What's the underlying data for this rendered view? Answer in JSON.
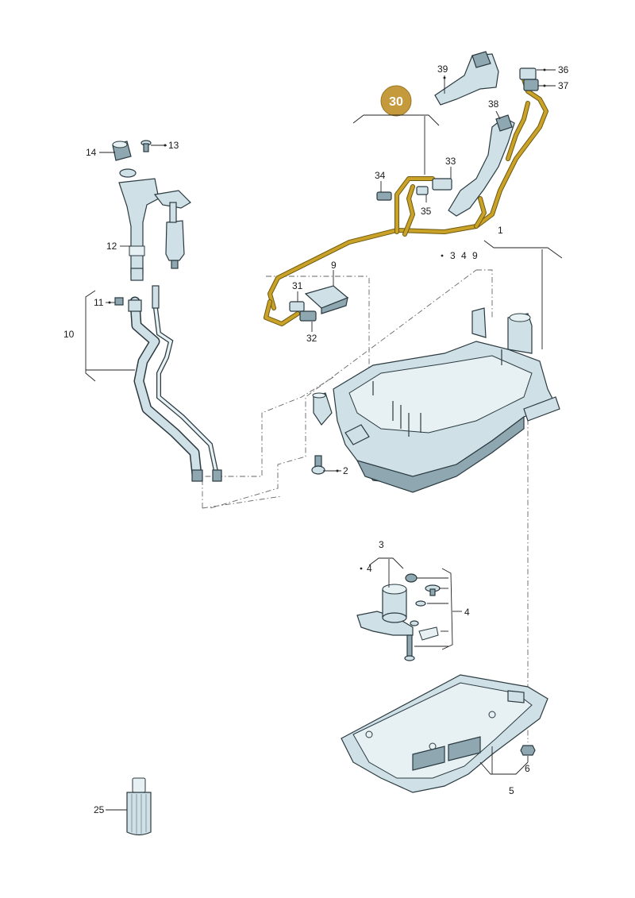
{
  "highlight": {
    "label": "30",
    "color": "#c49a3c"
  },
  "colors": {
    "harness": "#c9a227",
    "part_fill": "#cfe0e6",
    "part_stroke": "#2a3a40"
  },
  "labels": {
    "l1": "1",
    "l1_sub": "3 4 9",
    "l2": "2",
    "l3": "3",
    "l4_top": "4",
    "l4_right": "4",
    "l5": "5",
    "l6": "6",
    "l9": "9",
    "l10": "10",
    "l11": "11",
    "l12": "12",
    "l13": "13",
    "l14": "14",
    "l25": "25",
    "l31": "31",
    "l32": "32",
    "l33": "33",
    "l34": "34",
    "l35": "35",
    "l36": "36",
    "l37": "37",
    "l38": "38",
    "l39": "39"
  }
}
